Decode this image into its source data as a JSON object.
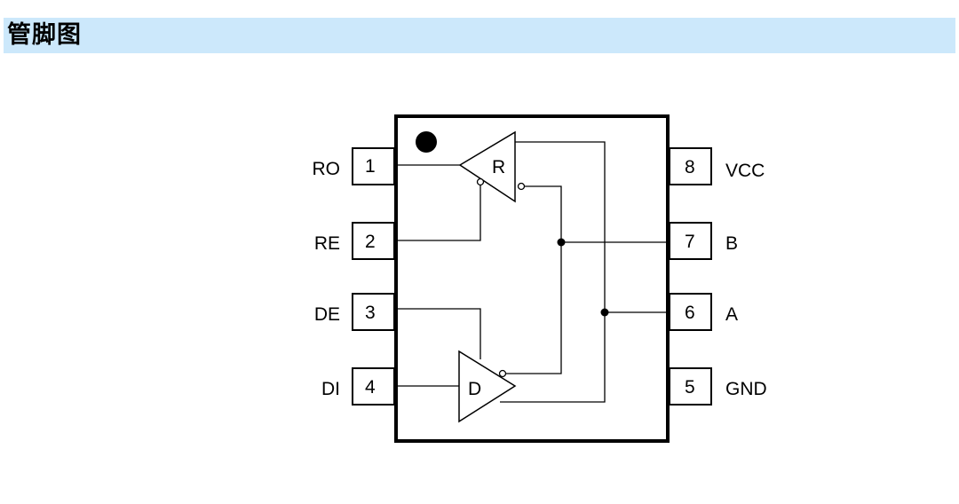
{
  "header": {
    "title": "管脚图"
  },
  "pins": [
    {
      "number": "1",
      "name": "RO"
    },
    {
      "number": "2",
      "name": "RE"
    },
    {
      "number": "3",
      "name": "DE"
    },
    {
      "number": "4",
      "name": "DI"
    },
    {
      "number": "5",
      "name": "GND"
    },
    {
      "number": "6",
      "name": "A"
    },
    {
      "number": "7",
      "name": "B"
    },
    {
      "number": "8",
      "name": "VCC"
    }
  ],
  "gates": {
    "receiver": "R",
    "driver": "D"
  }
}
